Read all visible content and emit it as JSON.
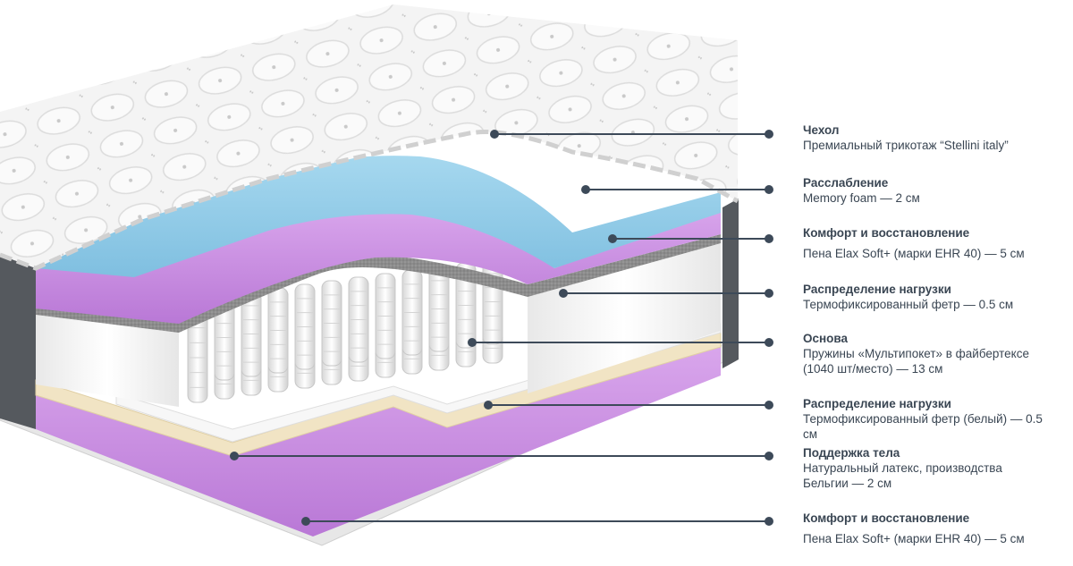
{
  "colors": {
    "leader": "#3d4a59",
    "text": "#3a4653",
    "purple": "#c98be0",
    "blue": "#8ecbe8",
    "felt": "#8a8a8a",
    "white_foam": "#f3f3f3",
    "latex": "#f1e4c4",
    "border": "#55595e"
  },
  "layers": [
    {
      "title": "Чехол",
      "desc": "Премиальный трикотаж “Stellini italy”"
    },
    {
      "title": "Расслабление",
      "desc": "Memory foam — 2 см"
    },
    {
      "title": "Комфорт и восстановление",
      "desc": "Пена Elax Soft+ (марки EHR 40) — 5 см"
    },
    {
      "title": "Распределение нагрузки",
      "desc": "Термофиксированный фетр — 0.5 см"
    },
    {
      "title": "Основа",
      "desc": "Пружины «Мультипокет» в файбертексе (1040 шт/место) — 13 см"
    },
    {
      "title": "Распределение нагрузки",
      "desc": "Термофиксированный фетр (белый) — 0.5 см"
    },
    {
      "title": "Поддержка тела",
      "desc": "Натуральный латекс, производства Бельгии — 2 см"
    },
    {
      "title": "Комфорт и восстановление",
      "desc": "Пена Elax Soft+ (марки EHR 40) — 5 см"
    }
  ]
}
